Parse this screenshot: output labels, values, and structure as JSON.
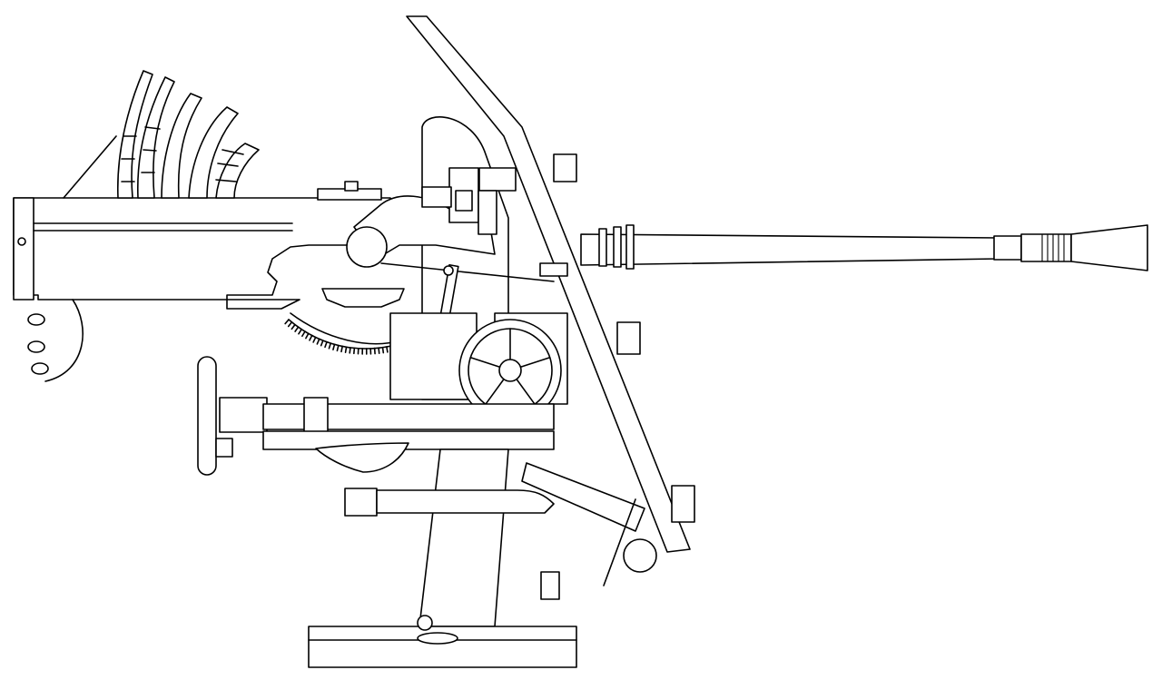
{
  "drawing": {
    "style": "black line art on white background",
    "colors": {
      "line": "#000000",
      "background": "#ffffff"
    },
    "gear_teeth": 34,
    "handwheel_spokes": 5,
    "magazine_clips": 5
  }
}
